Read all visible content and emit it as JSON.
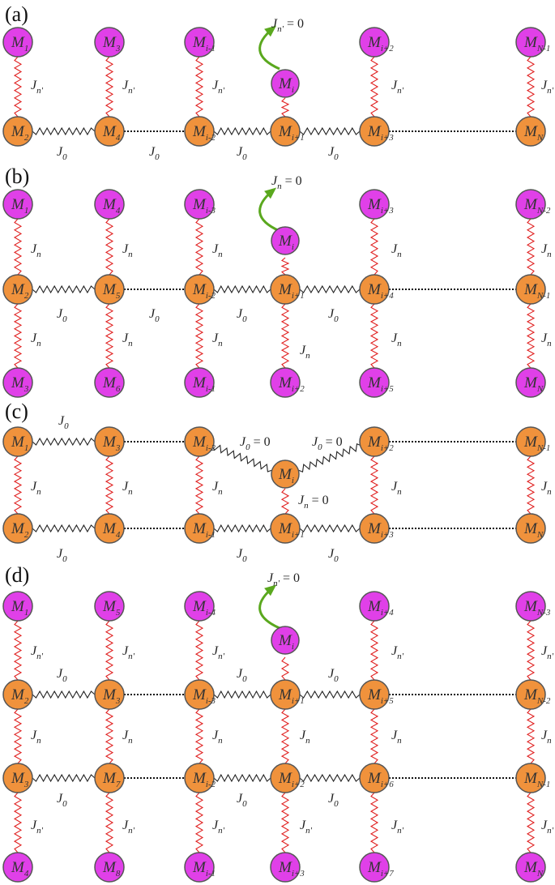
{
  "colors": {
    "magenta": "#e040e8",
    "orange": "#f0923c",
    "red_spring": "#e02020",
    "black_spring": "#222222",
    "arrow": "#5aa81e",
    "circle_stroke": "#555555"
  },
  "panels": [
    {
      "label": "(a)",
      "arrow_label": {
        "main": "J",
        "sub": "n'",
        "tail": " = 0"
      },
      "nodes": [
        {
          "main": "M",
          "sub": "1",
          "color": "magenta"
        },
        {
          "main": "M",
          "sub": "3",
          "color": "magenta"
        },
        {
          "main": "M",
          "sub": "i-1",
          "color": "magenta"
        },
        {
          "main": "M",
          "sub": "i",
          "color": "magenta"
        },
        {
          "main": "M",
          "sub": "i+2",
          "color": "magenta"
        },
        {
          "main": "M",
          "sub": "N-1",
          "color": "magenta"
        },
        {
          "main": "M",
          "sub": "2",
          "color": "orange"
        },
        {
          "main": "M",
          "sub": "4",
          "color": "orange"
        },
        {
          "main": "M",
          "sub": "i-2",
          "color": "orange"
        },
        {
          "main": "M",
          "sub": "i+1",
          "color": "orange"
        },
        {
          "main": "M",
          "sub": "i+3",
          "color": "orange"
        },
        {
          "main": "M",
          "sub": "N",
          "color": "orange"
        }
      ],
      "vertical_labels": [
        {
          "main": "J",
          "sub": "n'"
        },
        {
          "main": "J",
          "sub": "n'"
        },
        {
          "main": "J",
          "sub": "n'"
        },
        {
          "main": "J",
          "sub": "n'"
        },
        {
          "main": "J",
          "sub": "n'"
        }
      ],
      "horizontal_labels": [
        {
          "main": "J",
          "sub": "0"
        },
        {
          "main": "J",
          "sub": "0"
        },
        {
          "main": "J",
          "sub": "0"
        },
        {
          "main": "J",
          "sub": "0"
        }
      ]
    },
    {
      "label": "(b)",
      "arrow_label": {
        "main": "J",
        "sub": "n",
        "tail": " = 0"
      },
      "nodes": [
        {
          "main": "M",
          "sub": "1",
          "color": "magenta"
        },
        {
          "main": "M",
          "sub": "4",
          "color": "magenta"
        },
        {
          "main": "M",
          "sub": "i-3",
          "color": "magenta"
        },
        {
          "main": "M",
          "sub": "i",
          "color": "magenta"
        },
        {
          "main": "M",
          "sub": "i+3",
          "color": "magenta"
        },
        {
          "main": "M",
          "sub": "N-2",
          "color": "magenta"
        },
        {
          "main": "M",
          "sub": "2",
          "color": "orange"
        },
        {
          "main": "M",
          "sub": "5",
          "color": "orange"
        },
        {
          "main": "M",
          "sub": "i-2",
          "color": "orange"
        },
        {
          "main": "M",
          "sub": "i+1",
          "color": "orange"
        },
        {
          "main": "M",
          "sub": "i+4",
          "color": "orange"
        },
        {
          "main": "M",
          "sub": "N-1",
          "color": "orange"
        },
        {
          "main": "M",
          "sub": "3",
          "color": "magenta"
        },
        {
          "main": "M",
          "sub": "6",
          "color": "magenta"
        },
        {
          "main": "M",
          "sub": "i-1",
          "color": "magenta"
        },
        {
          "main": "M",
          "sub": "i+2",
          "color": "magenta"
        },
        {
          "main": "M",
          "sub": "i+5",
          "color": "magenta"
        },
        {
          "main": "M",
          "sub": "N",
          "color": "magenta"
        }
      ],
      "vertical_labels": [
        {
          "main": "J",
          "sub": "n"
        },
        {
          "main": "J",
          "sub": "n"
        },
        {
          "main": "J",
          "sub": "n"
        },
        {
          "main": "J",
          "sub": "n"
        },
        {
          "main": "J",
          "sub": "n"
        },
        {
          "main": "J",
          "sub": "n"
        },
        {
          "main": "J",
          "sub": "n"
        },
        {
          "main": "J",
          "sub": "n"
        },
        {
          "main": "J",
          "sub": "n"
        },
        {
          "main": "J",
          "sub": "n"
        },
        {
          "main": "J",
          "sub": "n"
        }
      ],
      "horizontal_labels": [
        {
          "main": "J",
          "sub": "0"
        },
        {
          "main": "J",
          "sub": "0"
        },
        {
          "main": "J",
          "sub": "0"
        },
        {
          "main": "J",
          "sub": "0"
        }
      ]
    },
    {
      "label": "(c)",
      "nodes": [
        {
          "main": "M",
          "sub": "1",
          "color": "orange"
        },
        {
          "main": "M",
          "sub": "3",
          "color": "orange"
        },
        {
          "main": "M",
          "sub": "i-2",
          "color": "orange"
        },
        {
          "main": "M",
          "sub": "i",
          "color": "orange"
        },
        {
          "main": "M",
          "sub": "i+2",
          "color": "orange"
        },
        {
          "main": "M",
          "sub": "N-1",
          "color": "orange"
        },
        {
          "main": "M",
          "sub": "2",
          "color": "orange"
        },
        {
          "main": "M",
          "sub": "4",
          "color": "orange"
        },
        {
          "main": "M",
          "sub": "i-1",
          "color": "orange"
        },
        {
          "main": "M",
          "sub": "i+1",
          "color": "orange"
        },
        {
          "main": "M",
          "sub": "i+3",
          "color": "orange"
        },
        {
          "main": "M",
          "sub": "N",
          "color": "orange"
        }
      ],
      "top_label": {
        "main": "J",
        "sub": "0"
      },
      "broken_labels": [
        {
          "main": "J",
          "sub": "0",
          "tail": " = 0"
        },
        {
          "main": "J",
          "sub": "0",
          "tail": " = 0"
        },
        {
          "main": "J",
          "sub": "n",
          "tail": " = 0"
        }
      ],
      "vertical_labels": [
        {
          "main": "J",
          "sub": "n"
        },
        {
          "main": "J",
          "sub": "n"
        },
        {
          "main": "J",
          "sub": "n"
        },
        {
          "main": "J",
          "sub": "n"
        },
        {
          "main": "J",
          "sub": "n"
        }
      ],
      "horizontal_labels": [
        {
          "main": "J",
          "sub": "0"
        },
        {
          "main": "J",
          "sub": "0"
        },
        {
          "main": "J",
          "sub": "0"
        }
      ]
    },
    {
      "label": "(d)",
      "arrow_label": {
        "main": "J",
        "sub": "n'",
        "tail": " = 0"
      },
      "nodes": [
        {
          "main": "M",
          "sub": "1",
          "color": "magenta"
        },
        {
          "main": "M",
          "sub": "5",
          "color": "magenta"
        },
        {
          "main": "M",
          "sub": "i-4",
          "color": "magenta"
        },
        {
          "main": "M",
          "sub": "i",
          "color": "magenta"
        },
        {
          "main": "M",
          "sub": "i+4",
          "color": "magenta"
        },
        {
          "main": "M",
          "sub": "N-3",
          "color": "magenta"
        },
        {
          "main": "M",
          "sub": "2",
          "color": "orange"
        },
        {
          "main": "M",
          "sub": "3",
          "color": "orange"
        },
        {
          "main": "M",
          "sub": "i-3",
          "color": "orange"
        },
        {
          "main": "M",
          "sub": "i+1",
          "color": "orange"
        },
        {
          "main": "M",
          "sub": "i+5",
          "color": "orange"
        },
        {
          "main": "M",
          "sub": "N-2",
          "color": "orange"
        },
        {
          "main": "M",
          "sub": "3",
          "color": "orange"
        },
        {
          "main": "M",
          "sub": "7",
          "color": "orange"
        },
        {
          "main": "M",
          "sub": "i-2",
          "color": "orange"
        },
        {
          "main": "M",
          "sub": "i+2",
          "color": "orange"
        },
        {
          "main": "M",
          "sub": "i+6",
          "color": "orange"
        },
        {
          "main": "M",
          "sub": "N-1",
          "color": "orange"
        },
        {
          "main": "M",
          "sub": "4",
          "color": "magenta"
        },
        {
          "main": "M",
          "sub": "8",
          "color": "magenta"
        },
        {
          "main": "M",
          "sub": "i-1",
          "color": "magenta"
        },
        {
          "main": "M",
          "sub": "i+3",
          "color": "magenta"
        },
        {
          "main": "M",
          "sub": "i+7",
          "color": "magenta"
        },
        {
          "main": "M",
          "sub": "N",
          "color": "magenta"
        }
      ],
      "top_row_labels": [
        {
          "main": "J",
          "sub": "n'"
        },
        {
          "main": "J",
          "sub": "n'"
        },
        {
          "main": "J",
          "sub": "n'"
        },
        {
          "main": "J",
          "sub": "n'"
        },
        {
          "main": "J",
          "sub": "n'"
        }
      ],
      "mid_row_labels": [
        {
          "main": "J",
          "sub": "n"
        },
        {
          "main": "J",
          "sub": "n"
        },
        {
          "main": "J",
          "sub": "n"
        },
        {
          "main": "J",
          "sub": "n"
        },
        {
          "main": "J",
          "sub": "n"
        },
        {
          "main": "J",
          "sub": "n"
        }
      ],
      "bottom_row_labels": [
        {
          "main": "J",
          "sub": "n'"
        },
        {
          "main": "J",
          "sub": "n'"
        },
        {
          "main": "J",
          "sub": "n'"
        },
        {
          "main": "J",
          "sub": "n'"
        },
        {
          "main": "J",
          "sub": "n'"
        },
        {
          "main": "J",
          "sub": "n'"
        }
      ],
      "horizontal_labels": [
        {
          "main": "J",
          "sub": "0"
        },
        {
          "main": "J",
          "sub": "0"
        },
        {
          "main": "J",
          "sub": "0"
        },
        {
          "main": "J",
          "sub": "0"
        },
        {
          "main": "J",
          "sub": "0"
        },
        {
          "main": "J",
          "sub": "0"
        }
      ]
    }
  ]
}
